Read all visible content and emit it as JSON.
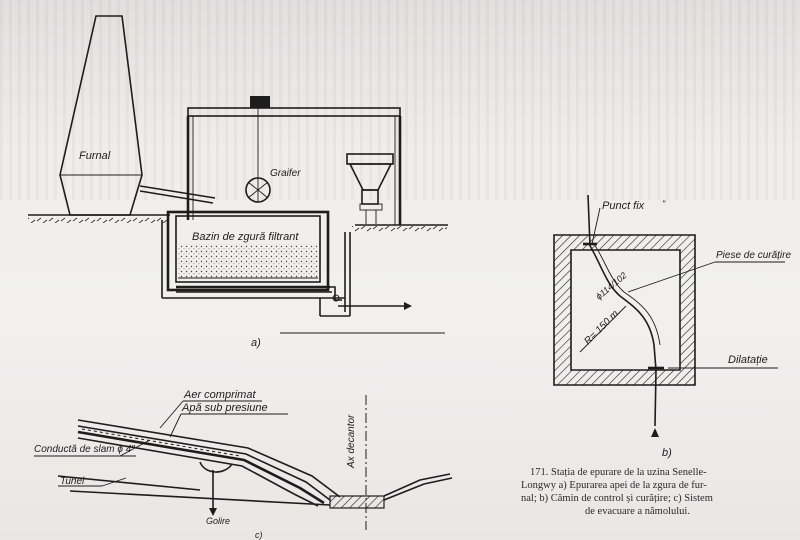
{
  "figure_a": {
    "labels": {
      "furnal": "Furnal",
      "graifer": "Graifer",
      "bazin": "Bazin de zgură filtrant"
    },
    "panel_tag": "a)"
  },
  "figure_b": {
    "labels": {
      "punct_fix": "Punct fix",
      "piese": "Piese de curățire",
      "diameter": "ϕ114/102",
      "radius": "R= 150 m.",
      "dilatatie": "Dilatație"
    },
    "panel_tag": "b)"
  },
  "figure_c": {
    "labels": {
      "aer": "Aer comprimat",
      "apa": "Apă sub presiune",
      "conducta": "Conductă de slam ϕ 4\"",
      "tunel": "Tunel",
      "ax": "Ax decantor",
      "golire": "Golire"
    },
    "panel_tag": "c)"
  },
  "caption": {
    "line1": "171. Stația de epurare de la uzina Senelle-",
    "line2": "Longwy a) Epurarea apei de la zgura de fur-",
    "line3": "nal; b) Cămin de control și curățire; c) Sistem",
    "line4": "de evacuare a nămolului."
  }
}
